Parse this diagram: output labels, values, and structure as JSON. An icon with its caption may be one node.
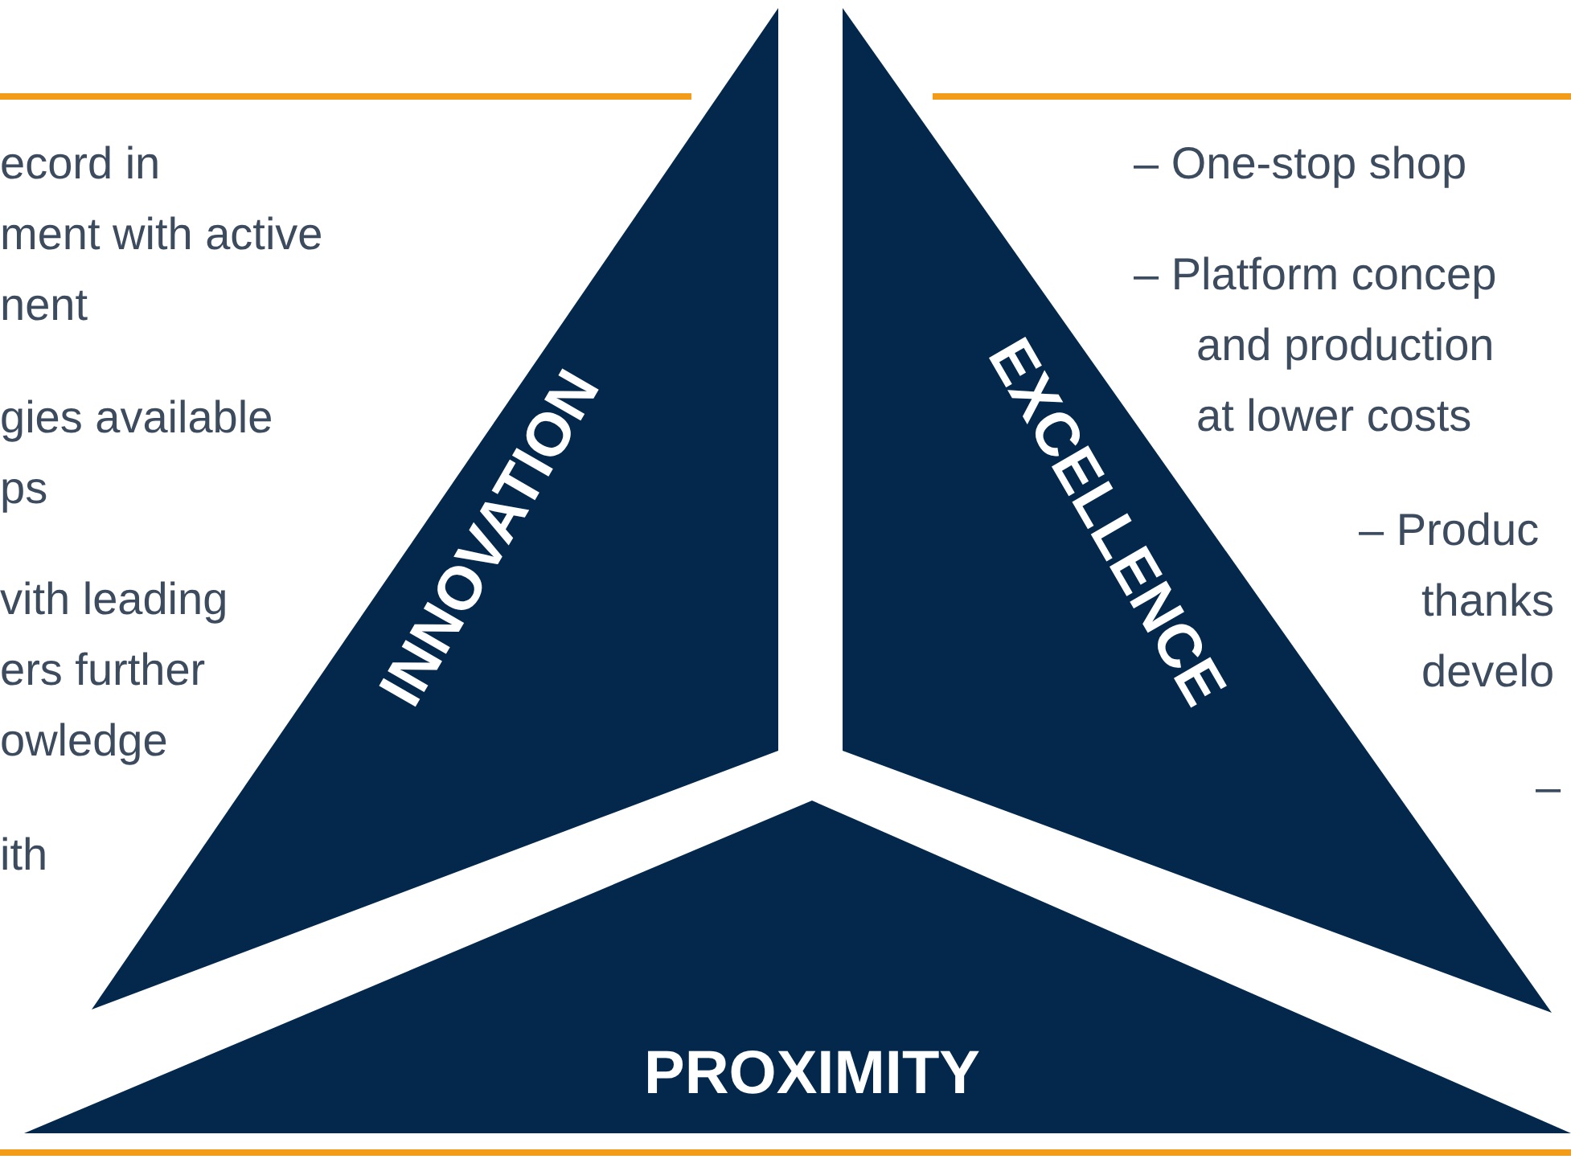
{
  "diagram": {
    "nodes": [
      {
        "text": [
          "INNOVATION"
        ]
      },
      {
        "text": [
          "EXCELLENCE"
        ]
      },
      {
        "text": [
          "PROXIMITY"
        ]
      }
    ],
    "labels": [
      "ecord in ment with active nent",
      "gies available ps",
      "vith leading ers further owledge",
      "ith",
      "– One-stop shop",
      "– Platform concep and production at lower costs",
      "– Produc thanks develo",
      "–"
    ]
  }
}
